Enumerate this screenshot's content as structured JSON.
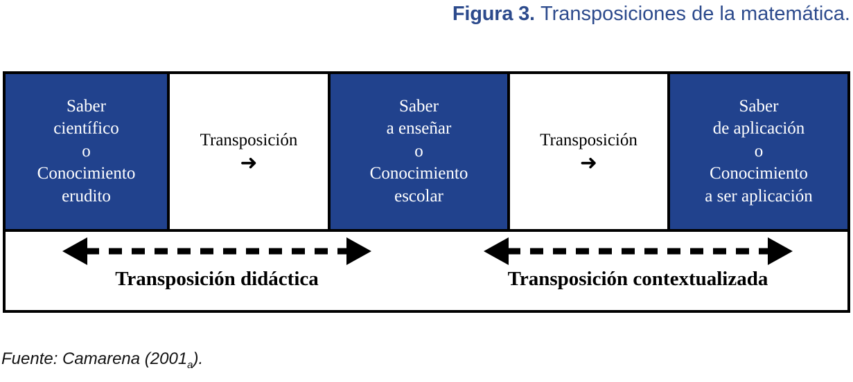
{
  "figure": {
    "label": "Figura 3.",
    "caption": "Transposiciones de la matemática.",
    "title_color": "#2c4a8c",
    "box_blue": "#21428d",
    "border_color": "#000000"
  },
  "diagram": {
    "boxes": [
      {
        "id": "saber-cientifico",
        "style": "blue",
        "lines": [
          "Saber",
          "científico",
          "o",
          "Conocimiento",
          "erudito"
        ]
      },
      {
        "id": "transposicion-1",
        "style": "white",
        "lines": [
          "Transposición"
        ],
        "arrow_icon": "➜"
      },
      {
        "id": "saber-ensenar",
        "style": "blue",
        "lines": [
          "Saber",
          "a enseñar",
          "o",
          "Conocimiento",
          "escolar"
        ]
      },
      {
        "id": "transposicion-2",
        "style": "white",
        "lines": [
          "Transposición"
        ],
        "arrow_icon": "➜"
      },
      {
        "id": "saber-aplicacion",
        "style": "blue",
        "lines": [
          "Saber",
          "de aplicación",
          "o",
          "Conocimiento",
          "a ser aplicación"
        ]
      }
    ],
    "arrow_groups": [
      {
        "id": "didactica",
        "caption": "Transposición didáctica",
        "arrow_style": "dashed-double-headed"
      },
      {
        "id": "contextualizada",
        "caption": "Transposición contextualizada",
        "arrow_style": "dashed-double-headed"
      }
    ]
  },
  "source": {
    "prefix": "Fuente: Camarena (2001",
    "subscript": "a",
    "suffix": ")."
  }
}
